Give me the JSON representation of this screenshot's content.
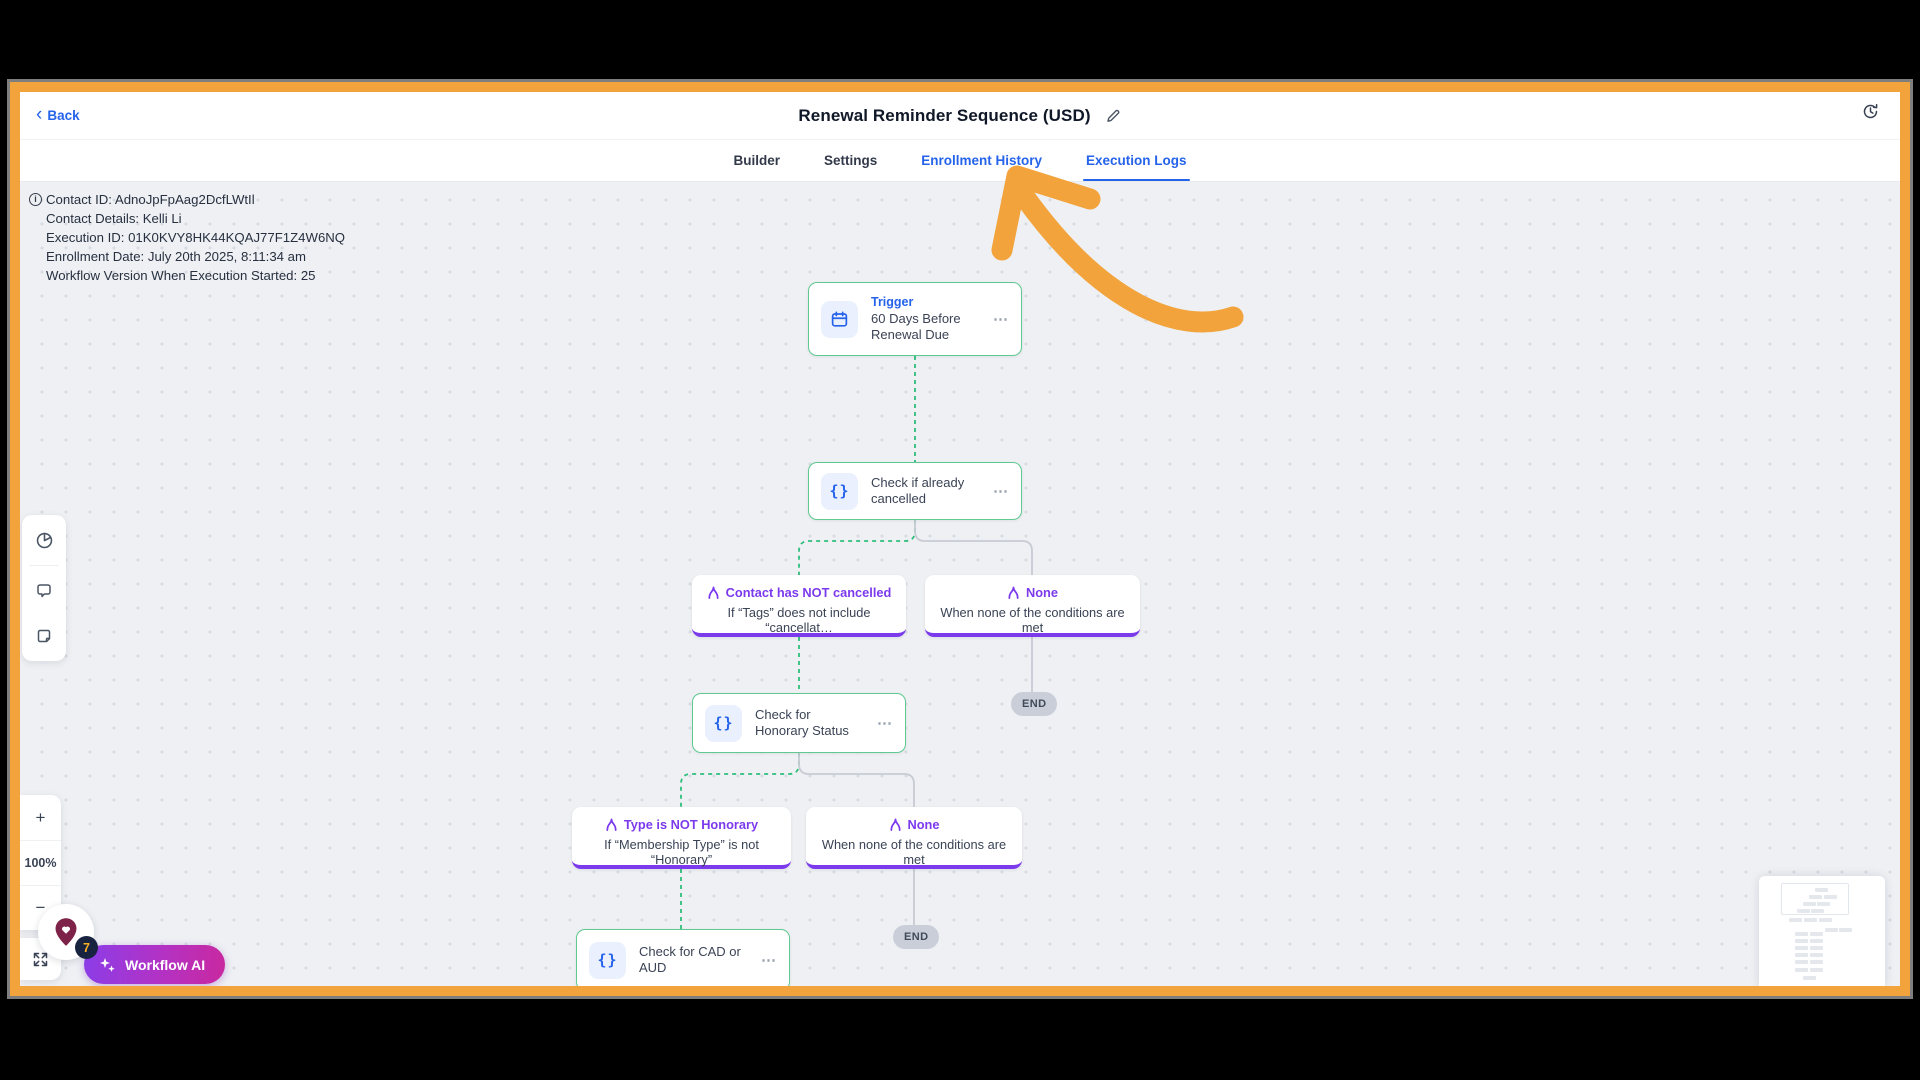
{
  "header": {
    "back_label": "Back",
    "back_chevron": "‹",
    "title": "Renewal Reminder Sequence (USD)"
  },
  "tabs": [
    {
      "label": "Builder"
    },
    {
      "label": "Settings"
    },
    {
      "label": "Enrollment History"
    },
    {
      "label": "Execution Logs"
    }
  ],
  "execution_info": {
    "info_glyph": "i",
    "lines": [
      "Contact ID: AdnoJpFpAag2DcfLWtIl",
      "Contact Details: Kelli Li",
      "Execution ID: 01K0KVY8HK44KQAJ77F1Z4W6NQ",
      "Enrollment Date: July 20th 2025, 8:11:34 am",
      "Workflow Version When Execution Started: 25"
    ]
  },
  "workflow": {
    "trigger": {
      "kind_label": "Trigger",
      "title": "60 Days Before Renewal Due",
      "menu_icon": "⋯",
      "braces_icon": ""
    },
    "check_cancelled": {
      "title": "Check if already cancelled",
      "menu_icon": "⋯",
      "braces_icon": "{}"
    },
    "branch_not_cancelled": {
      "title": "Contact has NOT cancelled",
      "subtitle": "If “Tags” does not include “cancellat…"
    },
    "branch_none_1": {
      "title": "None",
      "subtitle": "When none of the conditions are met"
    },
    "end_1": {
      "label": "END"
    },
    "check_honorary": {
      "title": "Check for Honorary Status",
      "menu_icon": "⋯",
      "braces_icon": "{}"
    },
    "branch_not_honorary": {
      "title": "Type is NOT Honorary",
      "subtitle": "If “Membership Type” is not “Honorary”"
    },
    "branch_none_2": {
      "title": "None",
      "subtitle": "When none of the conditions are met"
    },
    "end_2": {
      "label": "END"
    },
    "check_cad": {
      "title": "Check for CAD or AUD",
      "menu_icon": "⋯",
      "braces_icon": "{}"
    }
  },
  "controls": {
    "zoom_in": "+",
    "zoom_level": "100%",
    "zoom_out": "−"
  },
  "assistant": {
    "label": "Workflow AI",
    "badge_count": "7"
  },
  "colors": {
    "accent_orange": "#F2A33C",
    "tab_active_blue": "#2563EB",
    "branch_purple": "#7C3AED",
    "node_green_border": "#5FC990",
    "connector_green": "#2FBE7C",
    "connector_gray": "#C7CBD3",
    "ai_gradient_start": "#8B3DE8",
    "ai_gradient_end": "#C9289F"
  }
}
